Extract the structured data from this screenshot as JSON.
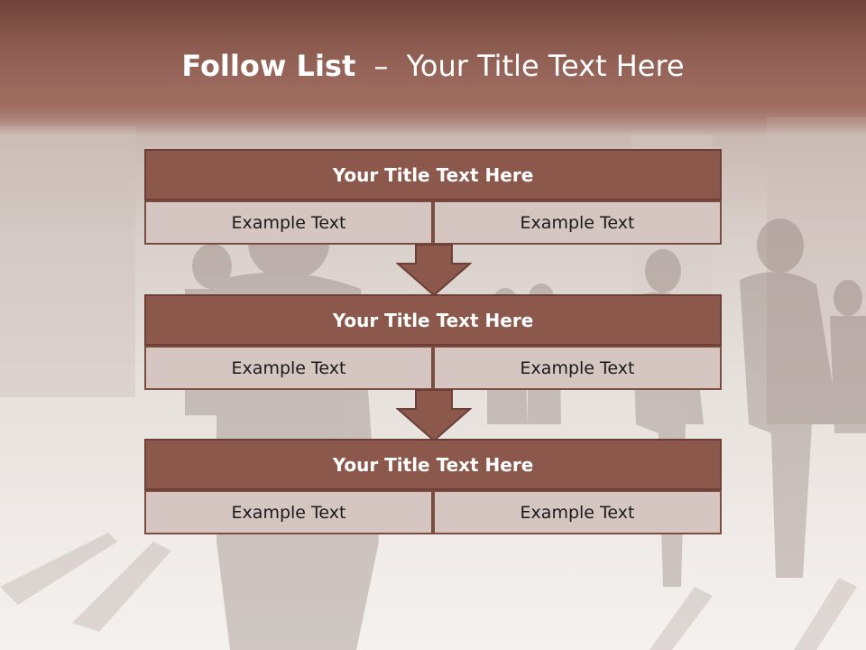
{
  "slide": {
    "title_bold": "Follow List",
    "title_separator": "–",
    "title_rest": "Your Title Text Here"
  },
  "steps": [
    {
      "title": "Your Title Text Here",
      "left": "Example Text",
      "right": "Example Text"
    },
    {
      "title": "Your Title Text Here",
      "left": "Example Text",
      "right": "Example Text"
    },
    {
      "title": "Your Title Text Here",
      "left": "Example Text",
      "right": "Example Text"
    }
  ],
  "colors": {
    "header": "#8c584c",
    "cell": "#d6c6c2",
    "border": "#6b3f35"
  },
  "icons": {
    "connector": "down-arrow-icon",
    "background": "street-crowd-photo"
  }
}
